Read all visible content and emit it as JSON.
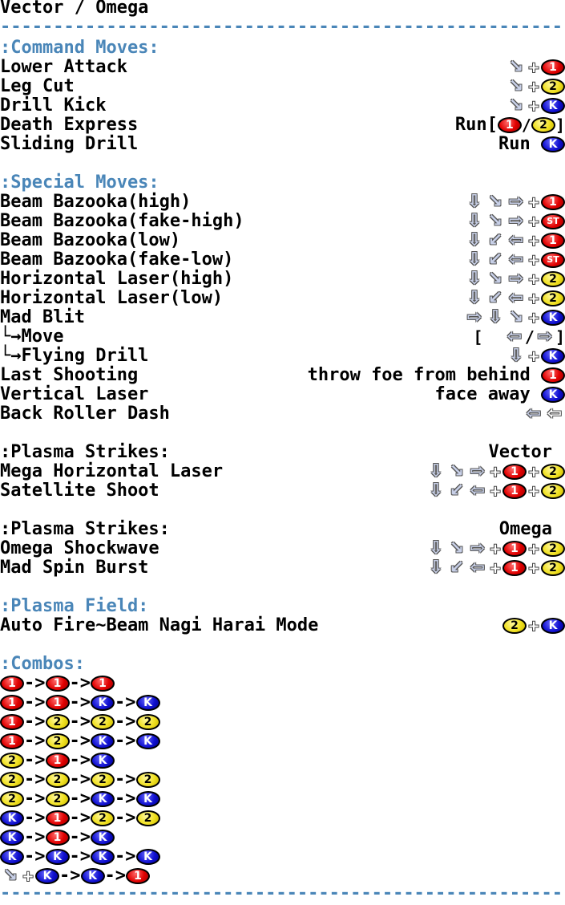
{
  "title": "Vector / Omega",
  "rule": "-------------------------------------------------------------",
  "buttons": {
    "p1": "1",
    "p2": "2",
    "k": "K",
    "st": "ST"
  },
  "arrows": {
    "df": "↘",
    "d": "⇩",
    "f": "⇨",
    "b": "⇦",
    "db": "↙",
    "b_hollow": "⇦"
  },
  "symbols": {
    "plus": "+",
    "combo_sep": "->",
    "bracket_open": "[",
    "bracket_close": "]",
    "slash": "/"
  },
  "command_moves": {
    "header": ":Command Moves:",
    "rows": [
      {
        "name": "Lower Attack"
      },
      {
        "name": "Leg Cut"
      },
      {
        "name": "Drill Kick"
      },
      {
        "name": "Death Express",
        "prefix": "Run["
      },
      {
        "name": "Sliding Drill",
        "prefix": "Run"
      }
    ]
  },
  "special_moves": {
    "header": ":Special Moves:",
    "rows": [
      {
        "name": "Beam Bazooka(high)"
      },
      {
        "name": "Beam Bazooka(fake-high)"
      },
      {
        "name": "Beam Bazooka(low)"
      },
      {
        "name": "Beam Bazooka(fake-low)"
      },
      {
        "name": "Horizontal Laser(high)"
      },
      {
        "name": "Horizontal Laser(low)"
      },
      {
        "name": "Mad Blit"
      },
      {
        "name": "└→Move"
      },
      {
        "name": "└→Flying Drill"
      },
      {
        "name": "Last Shooting",
        "prefix": "throw foe from behind"
      },
      {
        "name": "Vertical Laser",
        "prefix": "face away"
      },
      {
        "name": "Back Roller Dash"
      }
    ]
  },
  "plasma_vector": {
    "header": ":Plasma Strikes:",
    "char": "Vector",
    "rows": [
      {
        "name": "Mega Horizontal Laser"
      },
      {
        "name": "Satellite Shoot"
      }
    ]
  },
  "plasma_omega": {
    "header": ":Plasma Strikes:",
    "char": "Omega",
    "rows": [
      {
        "name": "Omega Shockwave"
      },
      {
        "name": "Mad Spin Burst"
      }
    ]
  },
  "plasma_field": {
    "header": ":Plasma Field:",
    "rows": [
      {
        "name": "Auto Fire~Beam Nagi Harai Mode"
      }
    ]
  },
  "combos": {
    "header": ":Combos:",
    "rows": [
      [
        "1",
        "1",
        "1"
      ],
      [
        "1",
        "1",
        "K",
        "K"
      ],
      [
        "1",
        "2",
        "2",
        "2"
      ],
      [
        "1",
        "2",
        "K",
        "K"
      ],
      [
        "2",
        "1",
        "K"
      ],
      [
        "2",
        "2",
        "2",
        "2"
      ],
      [
        "2",
        "2",
        "K",
        "K"
      ],
      [
        "K",
        "1",
        "2",
        "2"
      ],
      [
        "K",
        "1",
        "K"
      ],
      [
        "K",
        "K",
        "K",
        "K"
      ],
      [
        "df+K",
        "K",
        "1"
      ]
    ]
  }
}
